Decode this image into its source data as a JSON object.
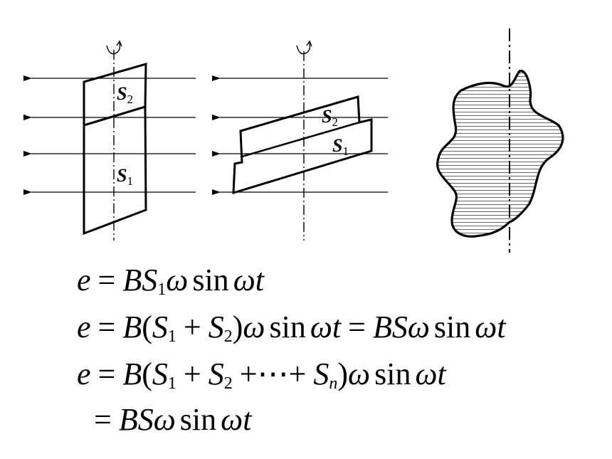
{
  "diagram": {
    "panel1": {
      "label_top": "S",
      "label_top_sub": "2",
      "label_bottom": "S",
      "label_bottom_sub": "1"
    },
    "panel2": {
      "label_top": "S",
      "label_top_sub": "2",
      "label_bottom": "S",
      "label_bottom_sub": "1"
    }
  },
  "equations": {
    "eq1": {
      "lhs": "e",
      "B": "B",
      "S": "S",
      "s1": "1",
      "omega": "ω",
      "sin": "sin",
      "t": "ωt"
    },
    "eq2": {
      "lhs": "e",
      "B": "B",
      "S": "S",
      "s1": "1",
      "s2": "2",
      "omega": "ω",
      "sin": "sin",
      "t": "ωt",
      "B2": "B",
      "S2": "S"
    },
    "eq3": {
      "lhs": "e",
      "B": "B",
      "S": "S",
      "s1": "1",
      "s2": "2",
      "dots": "⋯",
      "sn": "n",
      "omega": "ω",
      "sin": "sin",
      "t": "ωt"
    },
    "eq4": {
      "B": "B",
      "S": "S",
      "omega": "ω",
      "sin": "sin",
      "t": "ωt"
    }
  }
}
